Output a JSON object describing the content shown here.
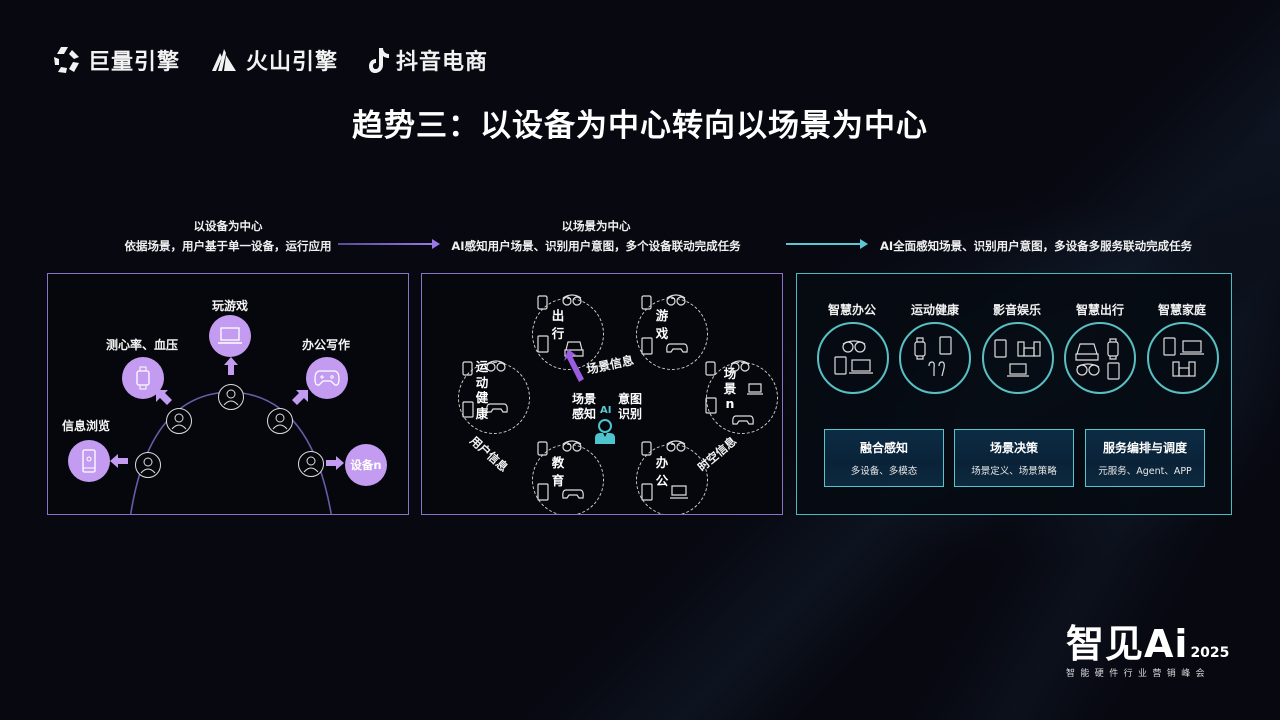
{
  "logos": [
    {
      "name": "巨量引擎",
      "icon": "juliang-logo-icon"
    },
    {
      "name": "火山引擎",
      "icon": "volcano-logo-icon"
    },
    {
      "name": "抖音电商",
      "icon": "douyin-note-icon"
    }
  ],
  "title": "趋势三：以设备为中心转向以场景为中心",
  "columns": [
    {
      "heading": "以设备为中心",
      "subtitle": "依据场景，用户基于单一设备，运行应用"
    },
    {
      "heading": "以场景为中心",
      "subtitle": "AI感知用户场景、识别用户意图，多个设备联动完成任务"
    },
    {
      "heading": "",
      "subtitle": "AI全面感知场景、识别用户意图，多设备多服务联动完成任务"
    }
  ],
  "arrows": [
    {
      "color": "#8e6ad8"
    },
    {
      "color": "#5ec6d0"
    }
  ],
  "panel1": {
    "devices": [
      {
        "label": "信息浏览",
        "icon": "phone-icon"
      },
      {
        "label": "测心率、血压",
        "icon": "watch-icon"
      },
      {
        "label": "玩游戏",
        "icon": "laptop-icon"
      },
      {
        "label": "办公写作",
        "icon": "gamepad-icon"
      },
      {
        "label": "",
        "text": "设备n",
        "icon": "device-n"
      }
    ],
    "accent": "#c39bf0"
  },
  "panel2": {
    "scenes": [
      {
        "label": [
          "出",
          "行"
        ]
      },
      {
        "label": [
          "游",
          "戏"
        ]
      },
      {
        "label": [
          "运",
          "动",
          "健",
          "康"
        ]
      },
      {
        "label": [
          "场",
          "景",
          "n"
        ]
      },
      {
        "label": [
          "教",
          "育"
        ]
      },
      {
        "label": [
          "办",
          "公"
        ]
      }
    ],
    "center": {
      "left": "场景\n感知",
      "left_1": "场景",
      "left_2": "感知",
      "ai": "AI",
      "right_1": "意图",
      "right_2": "识别"
    },
    "scene_info": "场景信息",
    "user_info": "用户信息",
    "spacetime_info": "时空信息"
  },
  "panel3": {
    "categories": [
      {
        "label": "智慧办公",
        "icons": [
          "glasses-icon",
          "phone-icon",
          "laptop-icon"
        ]
      },
      {
        "label": "运动健康",
        "icons": [
          "watch-icon",
          "phone-icon",
          "earbuds-icon"
        ]
      },
      {
        "label": "影音娱乐",
        "icons": [
          "phone-icon",
          "speaker-icon",
          "laptop-icon"
        ]
      },
      {
        "label": "智慧出行",
        "icons": [
          "car-icon",
          "watch-icon",
          "glasses-icon",
          "phone-icon"
        ]
      },
      {
        "label": "智慧家庭",
        "icons": [
          "phone-icon",
          "laptop-icon",
          "speaker-icon"
        ]
      }
    ],
    "boxes": [
      {
        "title": "融合感知",
        "desc": "多设备、多模态"
      },
      {
        "title": "场景决策",
        "desc": "场景定义、场景策略"
      },
      {
        "title": "服务编排与调度",
        "desc": "元服务、Agent、APP"
      }
    ]
  },
  "brand": {
    "main": "智见Ai",
    "year": "2025",
    "subtitle": "智能硬件行业营销峰会"
  }
}
